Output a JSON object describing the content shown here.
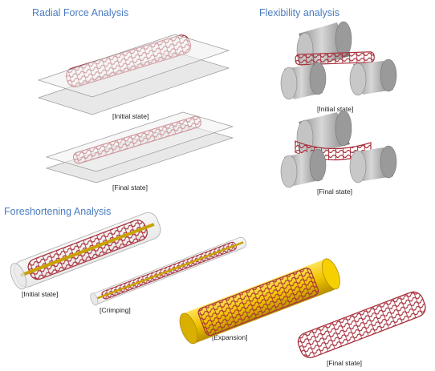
{
  "sections": {
    "radial": {
      "title": "Radial Force Analysis",
      "captions": [
        "[Initial state]",
        "[Final state]"
      ]
    },
    "flexibility": {
      "title": "Flexibility analysis",
      "captions": [
        "[Initial state]",
        "[Final state]"
      ]
    },
    "foreshortening": {
      "title": "Foreshortening Analysis",
      "captions": [
        "[Initial state]",
        "[Crimping]",
        "[Expansion]",
        "[Final state]"
      ]
    }
  },
  "colors": {
    "title": "#4a7cc0",
    "stent": "#a8303c",
    "plate": "#e6e6e6",
    "cylinder": "#b8b8b8",
    "rod": "#c9a200",
    "tube": "#f0c400"
  }
}
